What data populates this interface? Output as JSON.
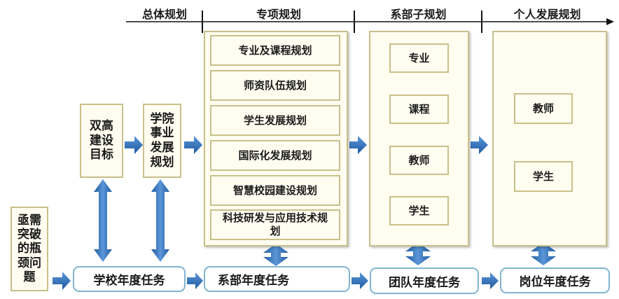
{
  "headers": {
    "overall": "总体规划",
    "special": "专项规划",
    "department": "系部子规划",
    "personal": "个人发展规划"
  },
  "left_boxes": {
    "bottleneck": "亟需突破的瓶颈问题",
    "double_high": "双高建设目标",
    "college_dev": "学院事业发展规划"
  },
  "special_plans": [
    "专业及课程规划",
    "师资队伍规划",
    "学生发展规划",
    "国际化发展规划",
    "智慧校园建设规划",
    "科技研发与应用技术规划"
  ],
  "department_plans": [
    "专业",
    "课程",
    "教师",
    "学生"
  ],
  "personal_plans": [
    "教师",
    "学生"
  ],
  "tasks": {
    "school": "学校年度任务",
    "department": "系部年度任务",
    "team": "团队年度任务",
    "post": "岗位年度任务"
  },
  "colors": {
    "arrow": "#2e6db4",
    "box_border": "#c9bf8a",
    "box_fill": "#fffdf0",
    "task_border": "#7fb5d2"
  }
}
